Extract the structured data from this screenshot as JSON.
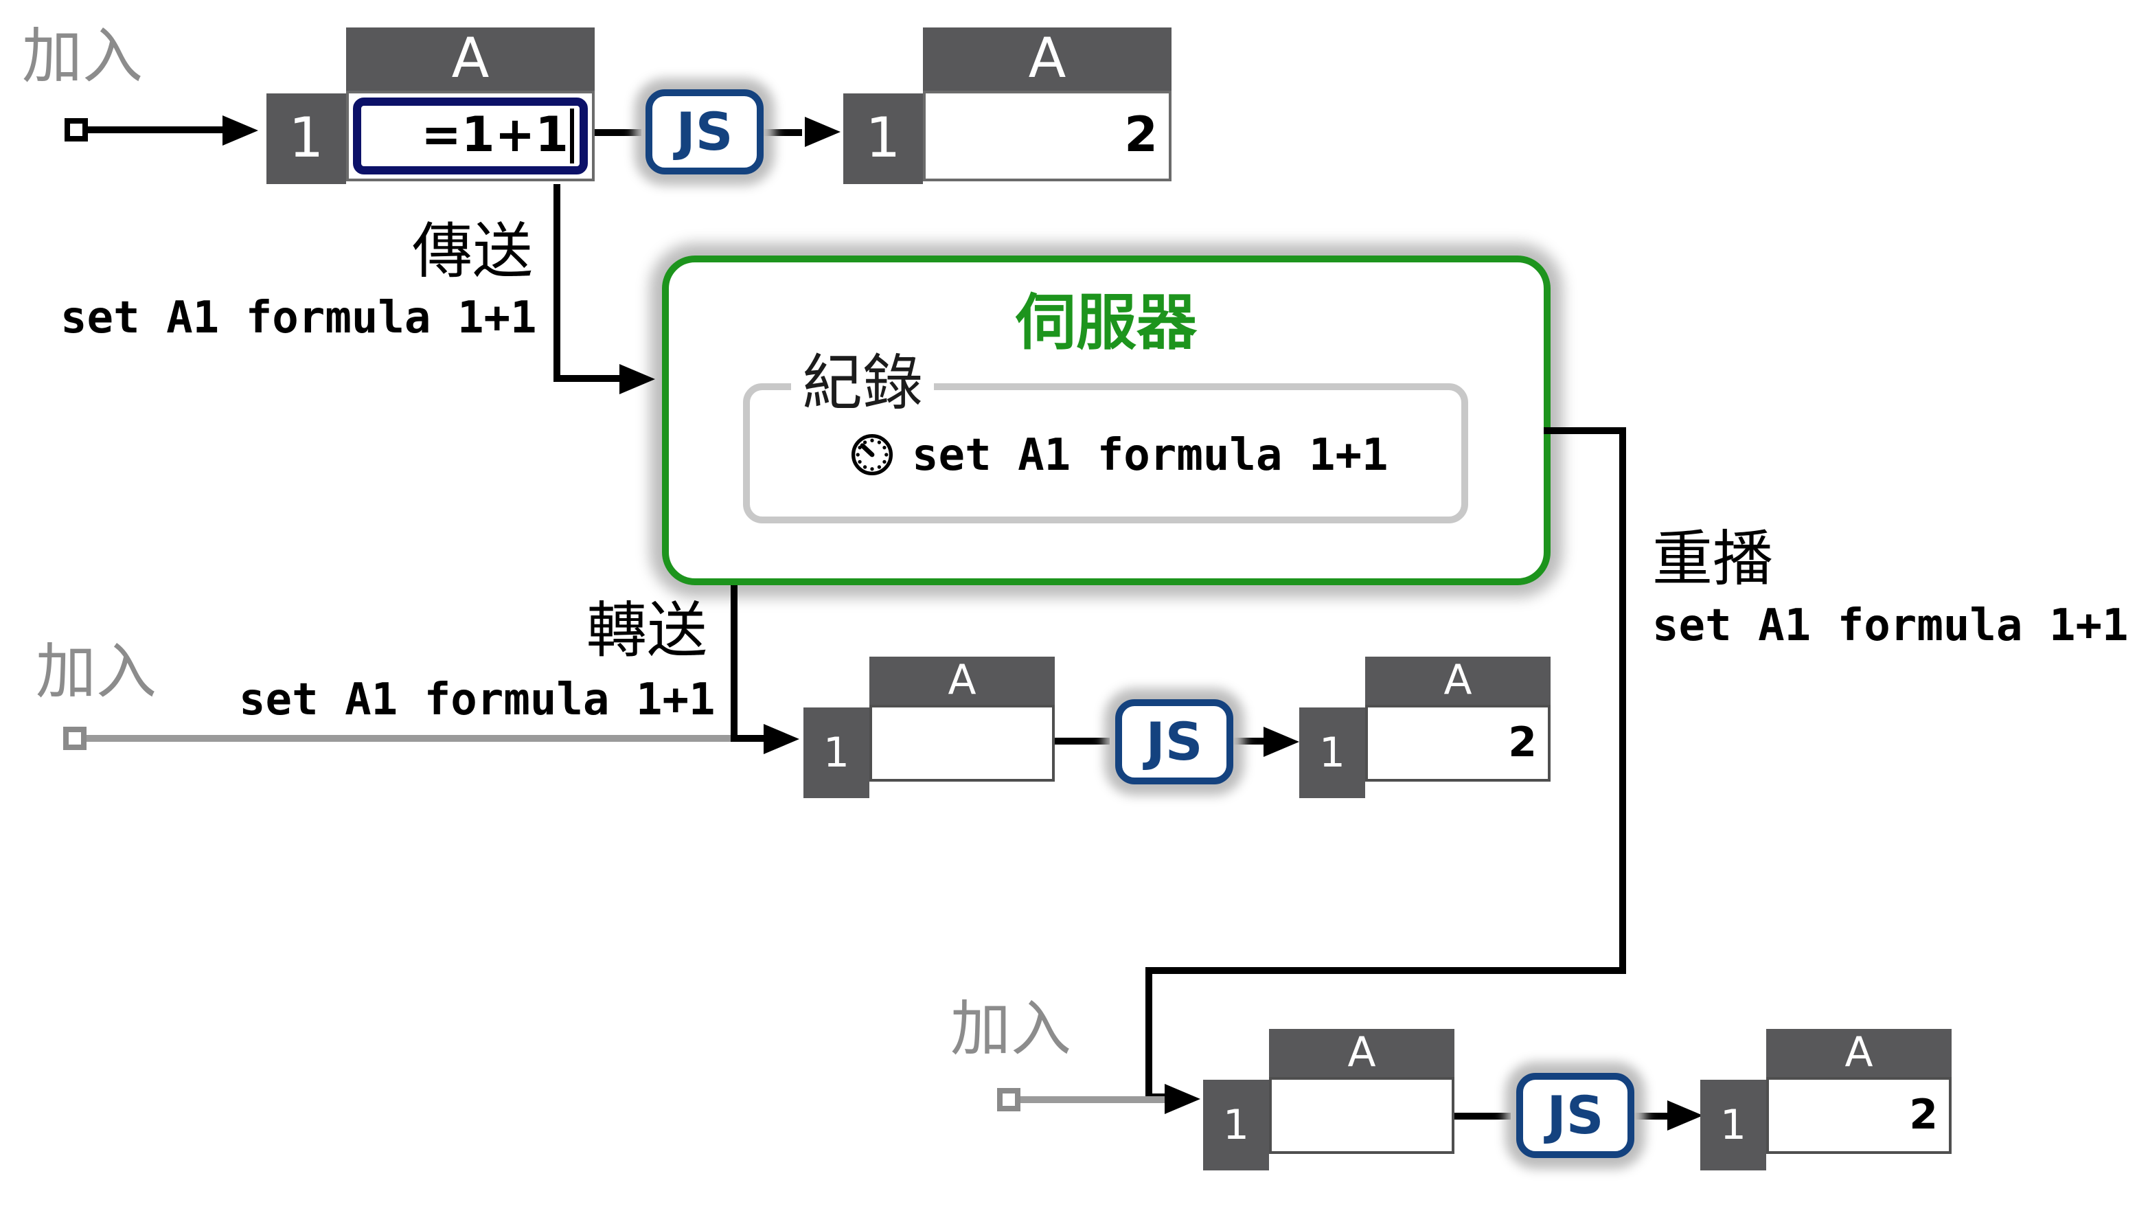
{
  "clients": {
    "join1_label": "加入",
    "join2_label": "加入",
    "join3_label": "加入"
  },
  "flow": {
    "send_label": "傳送",
    "send_command": "set A1 formula 1+1",
    "forward_label": "轉送",
    "forward_command": "set A1 formula 1+1",
    "replay_label": "重播",
    "replay_command": "set A1 formula 1+1"
  },
  "server": {
    "title": "伺服器",
    "record_legend": "紀錄",
    "record_entry": "set A1 formula 1+1"
  },
  "js_label": "JS",
  "sheets": [
    {
      "column": "A",
      "row": "1",
      "value": "=1+1",
      "state": "editing"
    },
    {
      "column": "A",
      "row": "1",
      "value": "2",
      "state": "result"
    },
    {
      "column": "A",
      "row": "1",
      "value": "",
      "state": "empty"
    },
    {
      "column": "A",
      "row": "1",
      "value": "2",
      "state": "result"
    },
    {
      "column": "A",
      "row": "1",
      "value": "",
      "state": "empty"
    },
    {
      "column": "A",
      "row": "1",
      "value": "2",
      "state": "result"
    }
  ],
  "colors": {
    "server_green": "#1d941d",
    "selection_navy": "#0c1168",
    "js_blue": "#14427f",
    "header_gray": "#58585a",
    "halo_gray": "#bdbdbd",
    "joined_gray": "#8c8c8c"
  }
}
